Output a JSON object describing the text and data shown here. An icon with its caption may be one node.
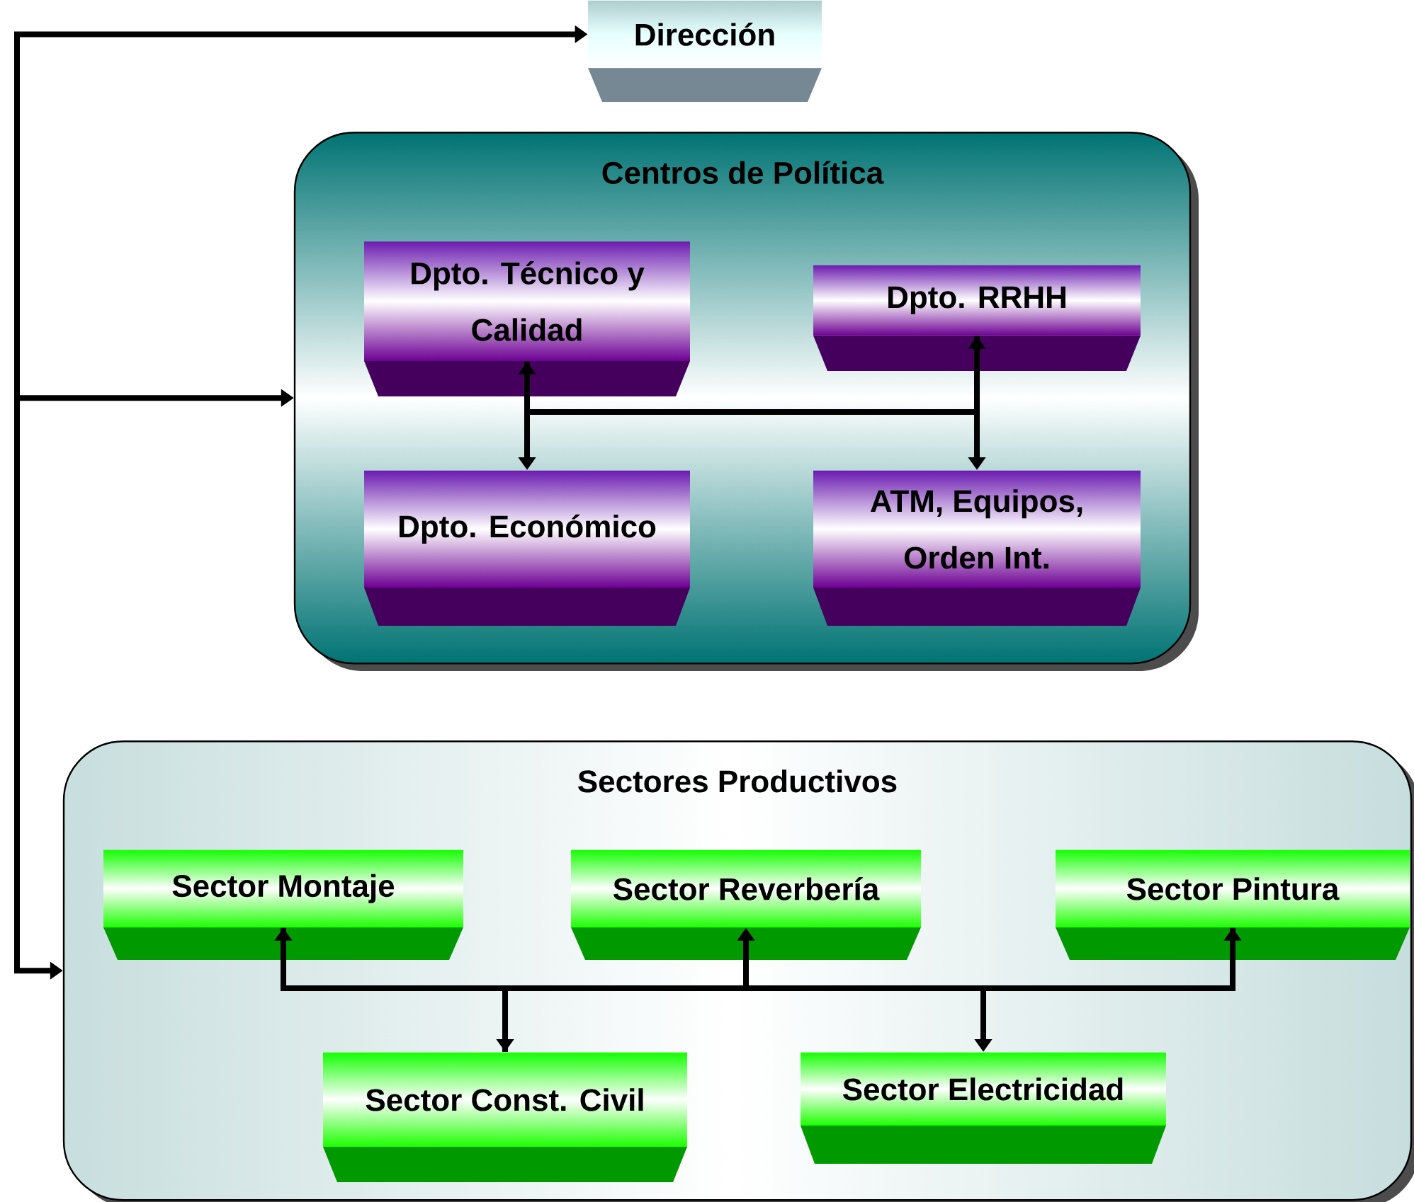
{
  "diagram": {
    "nodes": [
      {
        "text": [
          "Dirección"
        ]
      },
      {
        "text": [
          "Centros de Política"
        ]
      },
      {
        "text": [
          "Dpto. Técnico y Calidad"
        ],
        "in": 1
      },
      {
        "text": [
          "Dpto. RRHH"
        ],
        "in": 1
      },
      {
        "text": [
          "Dpto. Económico"
        ],
        "in": 1
      },
      {
        "text": [
          "ATM, Equipos, Orden Int."
        ],
        "in": 1
      },
      {
        "text": [
          "Sectores Productivos"
        ]
      },
      {
        "text": [
          "Sector Montaje"
        ],
        "in": 6
      },
      {
        "text": [
          "Sector Reverbería"
        ],
        "in": 6
      },
      {
        "text": [
          "Sector Pintura"
        ],
        "in": 6
      },
      {
        "text": [
          "Sector Const. Civil"
        ],
        "in": 6
      },
      {
        "text": [
          "Sector Electricidad"
        ],
        "in": 6
      }
    ],
    "edges": [
      {
        "from": null,
        "to": 0,
        "arrow": "to"
      },
      {
        "from": null,
        "to": 1,
        "arrow": "to"
      },
      {
        "from": null,
        "to": 6,
        "arrow": "to"
      },
      {
        "from": 2,
        "to": 4,
        "arrow": "both"
      },
      {
        "from": 2,
        "to": 3,
        "arrow": "none"
      },
      {
        "from": 3,
        "to": 5,
        "arrow": "both"
      },
      {
        "from": 7,
        "to": 9,
        "arrow": "none"
      },
      {
        "from": 10,
        "to": 8,
        "arrow": "to"
      },
      {
        "from": 7,
        "to": 10,
        "arrow": "both"
      },
      {
        "from": 9,
        "to": 11,
        "arrow": "both"
      }
    ]
  }
}
